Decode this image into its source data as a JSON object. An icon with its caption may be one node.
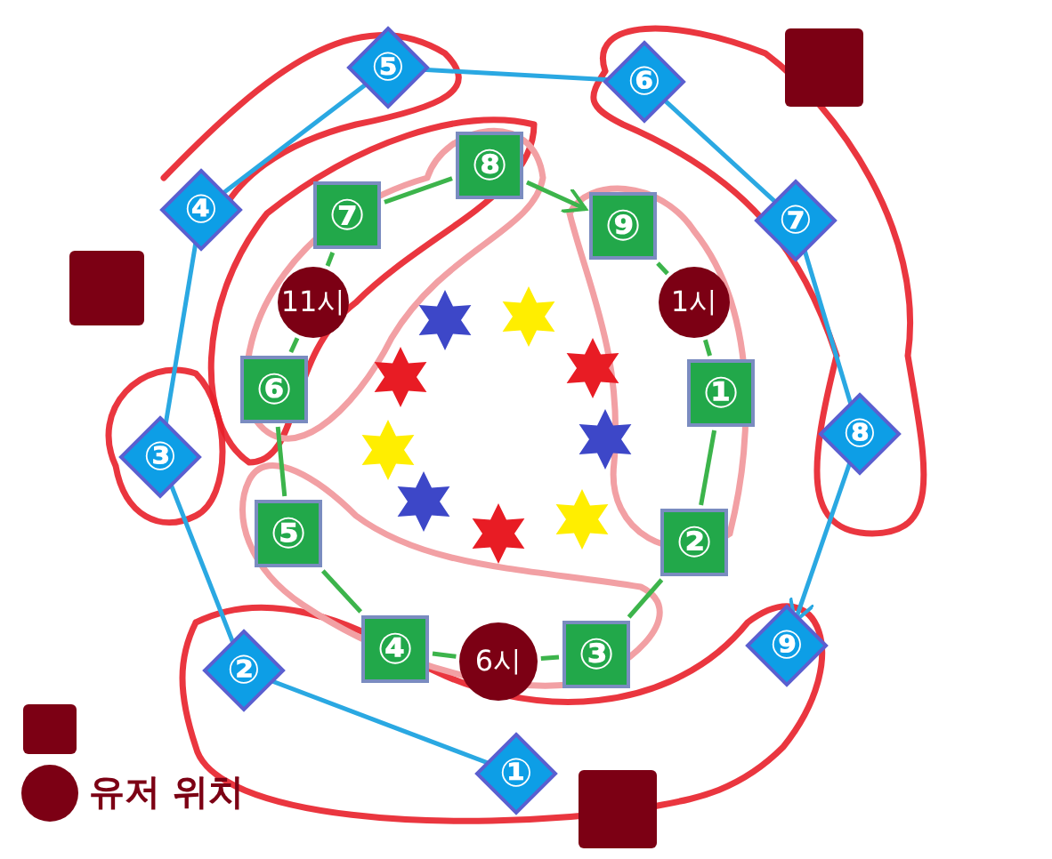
{
  "diagram": {
    "nodes": [
      {
        "text": [
          "①"
        ]
      },
      {
        "text": [
          "②"
        ]
      },
      {
        "text": [
          "③"
        ]
      },
      {
        "text": [
          "④"
        ]
      },
      {
        "text": [
          "⑤"
        ]
      },
      {
        "text": [
          "⑥"
        ]
      },
      {
        "text": [
          "⑦"
        ]
      },
      {
        "text": [
          "⑧"
        ]
      },
      {
        "text": [
          "⑨"
        ]
      },
      {
        "text": [
          "①"
        ]
      },
      {
        "text": [
          "②"
        ]
      },
      {
        "text": [
          "③"
        ]
      },
      {
        "text": [
          "④"
        ]
      },
      {
        "text": [
          "⑤"
        ]
      },
      {
        "text": [
          "⑥"
        ]
      },
      {
        "text": [
          "⑦"
        ]
      },
      {
        "text": [
          "⑧"
        ]
      },
      {
        "text": [
          "⑨"
        ]
      },
      {
        "text": [
          "11시"
        ]
      },
      {
        "text": [
          "1시"
        ]
      },
      {
        "text": [
          "6시"
        ]
      },
      {
        "text": [],
        "shape": "box"
      },
      {
        "text": [],
        "shape": "box"
      },
      {
        "text": [],
        "shape": "box"
      }
    ],
    "edges": [
      {
        "from": 0,
        "to": 1,
        "arrow": "none",
        "color": "#2aa8e2"
      },
      {
        "from": 1,
        "to": 2,
        "arrow": "none",
        "color": "#2aa8e2"
      },
      {
        "from": 2,
        "to": 3,
        "arrow": "none",
        "color": "#2aa8e2"
      },
      {
        "from": 3,
        "to": 4,
        "arrow": "none",
        "color": "#2aa8e2"
      },
      {
        "from": 4,
        "to": 5,
        "arrow": "none",
        "color": "#2aa8e2"
      },
      {
        "from": 5,
        "to": 6,
        "arrow": "none",
        "color": "#2aa8e2"
      },
      {
        "from": 6,
        "to": 7,
        "arrow": "none",
        "color": "#2aa8e2"
      },
      {
        "from": 7,
        "to": 8,
        "arrow": "to",
        "color": "#2aa8e2"
      },
      {
        "from": 9,
        "to": 10,
        "arrow": "none"
      },
      {
        "from": 10,
        "to": 11,
        "arrow": "none"
      },
      {
        "from": 11,
        "to": 20,
        "arrow": "none"
      },
      {
        "from": 20,
        "to": 12,
        "arrow": "none"
      },
      {
        "from": 12,
        "to": 13,
        "arrow": "none"
      },
      {
        "from": 13,
        "to": 14,
        "arrow": "none"
      },
      {
        "from": 14,
        "to": 18,
        "arrow": "none"
      },
      {
        "from": 18,
        "to": 15,
        "arrow": "none"
      },
      {
        "from": 15,
        "to": 16,
        "arrow": "none"
      },
      {
        "from": 16,
        "to": 17,
        "arrow": "to"
      },
      {
        "from": 17,
        "to": 19,
        "arrow": "none"
      },
      {
        "from": 19,
        "to": 9,
        "arrow": "none"
      }
    ],
    "legend": [
      {
        "text": "유저 위치"
      }
    ]
  }
}
